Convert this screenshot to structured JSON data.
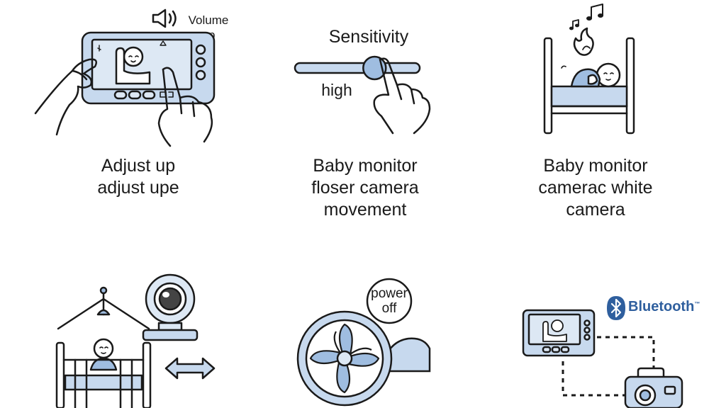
{
  "colors": {
    "accent_fill": "#c7d9ee",
    "accent_mid": "#9fbde0",
    "ink": "#1a1a1a",
    "bluetooth_blue": "#2f5f9e"
  },
  "panels": {
    "volume": {
      "icon": "speaker-icon",
      "volume_label_line1": "Volume",
      "volume_label_line2": "up",
      "caption_line1": "Adjust up",
      "caption_line2": "adjust upe"
    },
    "sensitivity": {
      "title": "Sensitivity",
      "slider_label": "high",
      "slider_level": 0.65,
      "caption_line1": "Baby monitor",
      "caption_line2": "floser camera",
      "caption_line3": "movement"
    },
    "crib": {
      "icon": "music-notes-icon",
      "caption_line1": "Baby monitor",
      "caption_line2": "camerac white",
      "caption_line3": "camera"
    },
    "camera_crib": {
      "icon": "double-arrow-icon"
    },
    "fan": {
      "power_label_line1": "power",
      "power_label_line2": "off"
    },
    "bluetooth": {
      "label": "Bluetooth",
      "trademark": "™",
      "icon": "bluetooth-icon"
    }
  }
}
